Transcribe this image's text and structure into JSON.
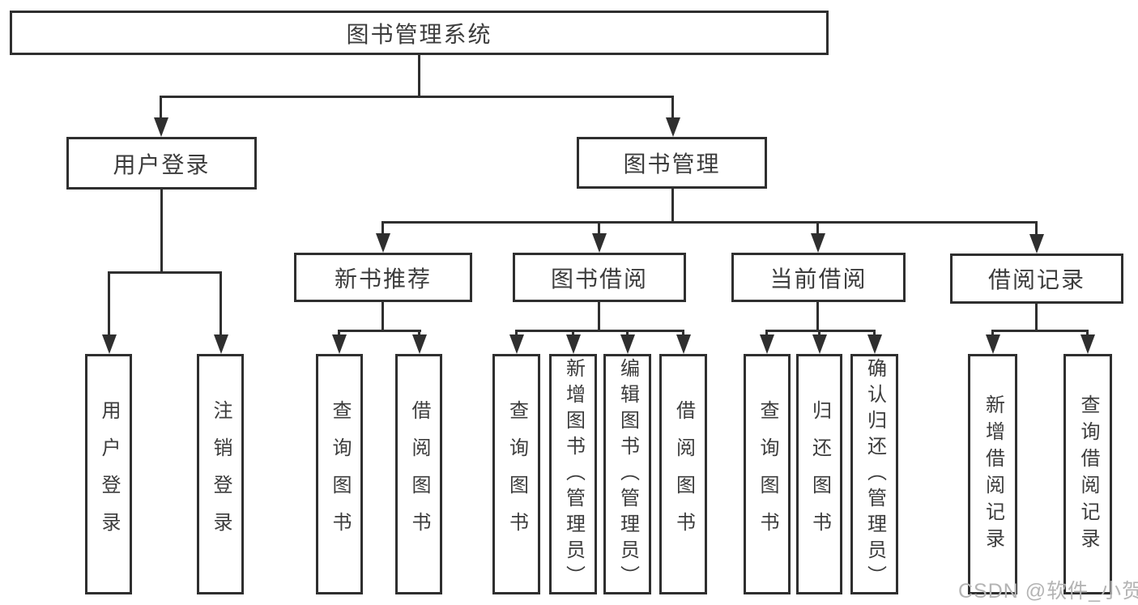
{
  "diagram": {
    "root": {
      "label": "图书管理系统"
    },
    "user_login": {
      "label": "用户登录",
      "children": [
        {
          "label": "用户登录"
        },
        {
          "label": "注销登录"
        }
      ]
    },
    "book_management": {
      "label": "图书管理",
      "sections": [
        {
          "label": "新书推荐",
          "children": [
            {
              "label": "查询图书"
            },
            {
              "label": "借阅图书"
            }
          ]
        },
        {
          "label": "图书借阅",
          "children": [
            {
              "label": "查询图书"
            },
            {
              "label": "新增图书（管理员）"
            },
            {
              "label": "编辑图书（管理员）"
            },
            {
              "label": "借阅图书"
            }
          ]
        },
        {
          "label": "当前借阅",
          "children": [
            {
              "label": "查询图书"
            },
            {
              "label": "归还图书"
            },
            {
              "label": "确认归还（管理员）"
            }
          ]
        },
        {
          "label": "借阅记录",
          "children": [
            {
              "label": "新增借阅记录"
            },
            {
              "label": "查询借阅记录"
            }
          ]
        }
      ]
    }
  },
  "watermark": {
    "text": "CSDN @软件_小贺同学"
  },
  "colors": {
    "line": "#2f2f2f",
    "text": "#3c3c3c",
    "background": "#ffffff",
    "watermark": "#b4b4b4"
  }
}
